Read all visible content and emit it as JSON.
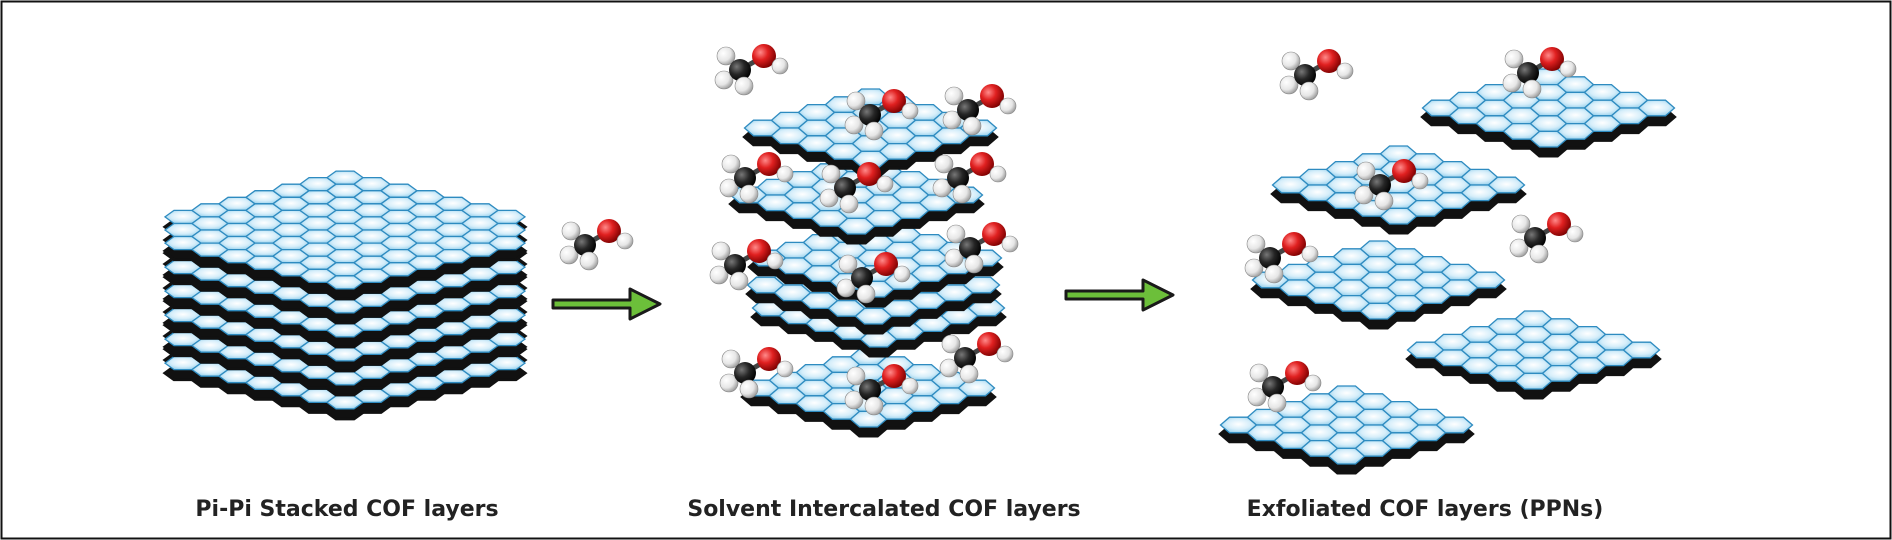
{
  "figure": {
    "captions": {
      "stacked": "Pi-Pi Stacked COF layers",
      "intercalated": "Solvent Intercalated COF layers",
      "exfoliated": "Exfoliated COF layers (PPNs)"
    },
    "colors": {
      "frame": "#111111",
      "hex_fill_light": "#eef8fd",
      "hex_fill_mid": "#a8d8f0",
      "hex_stroke": "#2e8bc0",
      "sheet_edge": "#111111",
      "arrow_fill": "#6cbf3a",
      "arrow_stroke": "#1a1a1a",
      "carbon": "#222222",
      "oxygen": "#d81e1e",
      "hydrogen": "#f2f2f2"
    },
    "icons": {
      "arrow": "process-arrow-icon",
      "molecule": "methanol-molecule-icon",
      "sheet": "cof-layer-icon"
    }
  }
}
